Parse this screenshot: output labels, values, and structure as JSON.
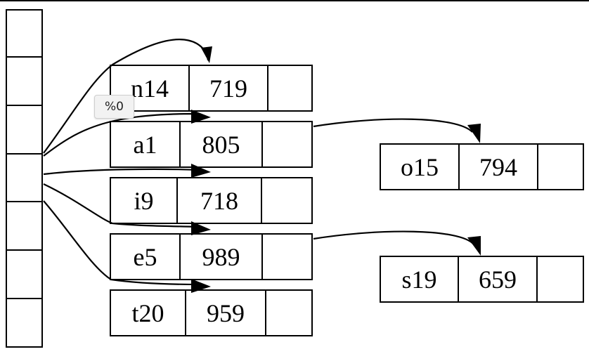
{
  "tooltip": {
    "text": "%0"
  },
  "nodes": {
    "n14": {
      "key": "n14",
      "value": "719"
    },
    "a1": {
      "key": "a1",
      "value": "805"
    },
    "i9": {
      "key": "i9",
      "value": "718"
    },
    "e5": {
      "key": "e5",
      "value": "989"
    },
    "t20": {
      "key": "t20",
      "value": "959"
    },
    "o15": {
      "key": "o15",
      "value": "794"
    },
    "s19": {
      "key": "s19",
      "value": "659"
    }
  }
}
